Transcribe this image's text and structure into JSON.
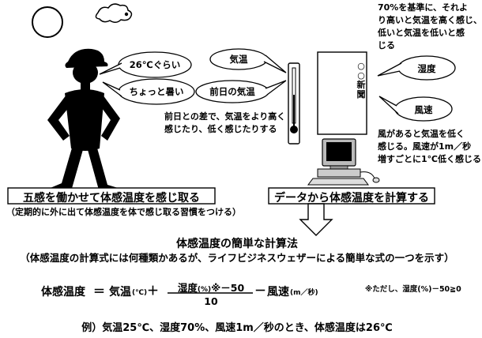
{
  "left": {
    "bubble_temp": "26℃ぐらい",
    "bubble_hot": "ちょっと暑い",
    "title_box": "五感を働かせて体感温度を感じ取る",
    "note": "（定期的に外に出て体感温度を体で感じ取る習慣をつける）"
  },
  "right": {
    "bubble_kion": "気温",
    "bubble_prev": "前日の気温",
    "prev_desc": [
      "前日との差で、気温をより高く",
      "感じたり、低く感じたりする"
    ],
    "humidity_desc": [
      "70%を基準に、それよ",
      "り高いと気温を高く感じ、",
      "低いと気温を低いと感",
      "じる"
    ],
    "bubble_humidity": "湿度",
    "bubble_wind": "風速",
    "wind_desc": [
      "風があると気温を低く",
      "感じる。風速が1m／秒",
      "増すごとに1℃低く感じる"
    ],
    "newspaper_label": "○○新聞",
    "title_box": "データから体感温度を計算する"
  },
  "calc": {
    "title": "体感温度の簡単な計算法",
    "subtitle": "（体感温度の計算式には何種類かあるが、ライフビジネスウェザーによる簡単な式の一つを示す）",
    "formula": {
      "lhs": "体感温度",
      "eq": "＝",
      "term1": "気温",
      "term1_unit": "(℃)",
      "plus": "＋",
      "numerator_a": "湿度",
      "numerator_unit": "(%)",
      "numerator_b": "※－50",
      "denominator": "10",
      "minus": "－",
      "term3": "風速",
      "term3_unit": "(m／秒)"
    },
    "note": "※ただし、湿度(%)－50≧0",
    "example": "例）気温25℃、湿度70%、風速1m／秒のとき、体感温度は26℃"
  }
}
